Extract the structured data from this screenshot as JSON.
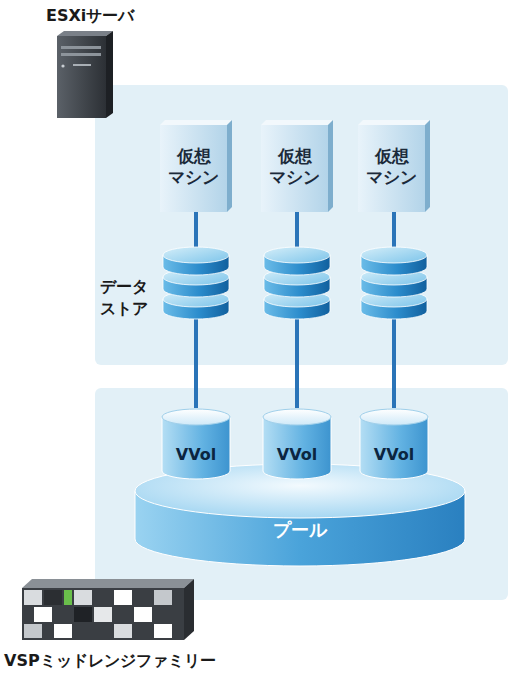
{
  "diagram": {
    "nodes": [
      {
        "text": [
          "仮想 マシン"
        ]
      },
      {
        "text": [
          "仮想 マシン"
        ]
      },
      {
        "text": [
          "仮想 マシン"
        ]
      },
      {
        "text": [
          "プール"
        ]
      },
      {
        "text": [
          "VVol"
        ],
        "in": 3
      },
      {
        "text": [
          "VVol"
        ],
        "in": 3
      },
      {
        "text": [
          "VVol"
        ],
        "in": 3
      }
    ],
    "edges": [
      {
        "from": 0,
        "to": 4,
        "arrow": "none"
      },
      {
        "from": 1,
        "to": 5,
        "arrow": "none"
      },
      {
        "from": 2,
        "to": 6,
        "arrow": "none"
      }
    ],
    "labels": [
      "ESXiサーバ",
      "データ ストア",
      "VSPミッドレンジファミリー"
    ]
  }
}
